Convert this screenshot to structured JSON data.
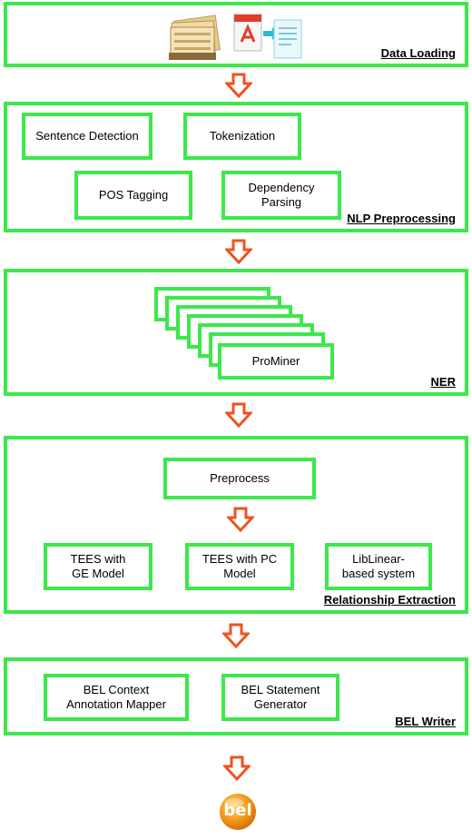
{
  "stages": {
    "data_loading": {
      "title": "Data Loading"
    },
    "nlp": {
      "title": "NLP Preprocessing",
      "sentence_detection": "Sentence Detection",
      "tokenization": "Tokenization",
      "pos_tagging": "POS Tagging",
      "dependency_parsing": "Dependency\nParsing"
    },
    "ner": {
      "title": "NER",
      "prominer": "ProMiner"
    },
    "relationship": {
      "title": "Relationship Extraction",
      "preprocess": "Preprocess",
      "tees_ge": "TEES with\nGE Model",
      "tees_pc": "TEES with PC\nModel",
      "liblinear": "LibLinear-\nbased system"
    },
    "bel_writer": {
      "title": "BEL Writer",
      "context_mapper": "BEL Context\nAnnotation Mapper",
      "statement_generator": "BEL Statement\nGenerator"
    }
  },
  "logo": {
    "text": "bel"
  },
  "colors": {
    "accent_green": "#3ce84a",
    "arrow_orange": "#f0521e",
    "logo_orange": "#f59a1b"
  },
  "icons": [
    "documents-icon",
    "pdf-to-text-icon",
    "bel-logo-icon"
  ]
}
